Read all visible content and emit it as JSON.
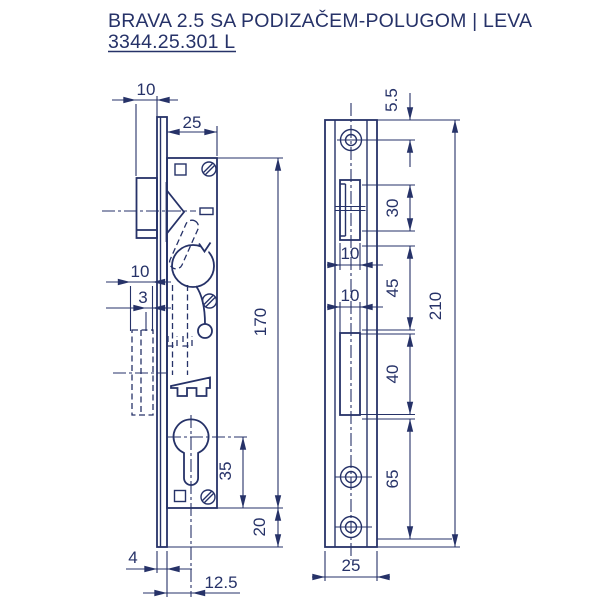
{
  "title": {
    "line1": "BRAVA 2.5 SA PODIZAČEM-POLUGOM | LEVA",
    "line2": "3344.25.301 L"
  },
  "colors": {
    "ink": "#263268",
    "paper": "#ffffff"
  },
  "views": {
    "side": {
      "label": "lock-body-side-view",
      "dims": {
        "latch_projection": "10",
        "case_depth": "25",
        "case_height": "170",
        "cylinder_axis_to_case_bottom": "35",
        "case_bottom_to_plate_end": "20",
        "bolt_throw": "10",
        "bolt_gap": "3",
        "plate_thickness": "4",
        "backset": "12.5"
      }
    },
    "front": {
      "label": "faceplate-front-view",
      "dims": {
        "top_to_first_hole": "5.5",
        "latch_window_height": "30",
        "latch_window_width": "10",
        "window_spacing": "45",
        "lower_window_width": "10",
        "lower_window_height": "40",
        "lower_section_height": "65",
        "plate_height": "210",
        "plate_width": "25"
      }
    }
  }
}
